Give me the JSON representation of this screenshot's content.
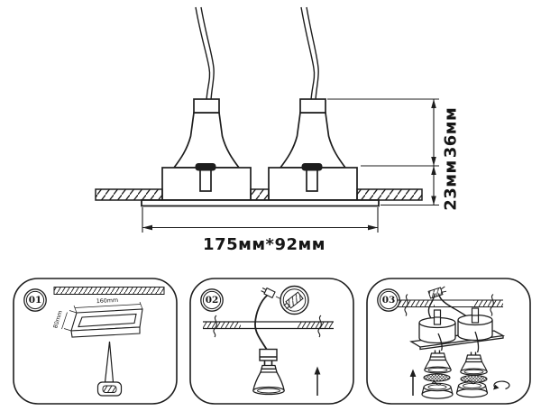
{
  "colors": {
    "line": "#1d1d1d",
    "background": "#ffffff"
  },
  "main_drawing": {
    "dim_height_above": "36мм",
    "dim_recess": "23мм",
    "dim_plate": "175мм*92мм"
  },
  "steps": [
    {
      "number": "01",
      "cutout_width": "160mm",
      "cutout_depth": "80mm"
    },
    {
      "number": "02"
    },
    {
      "number": "03"
    }
  ]
}
